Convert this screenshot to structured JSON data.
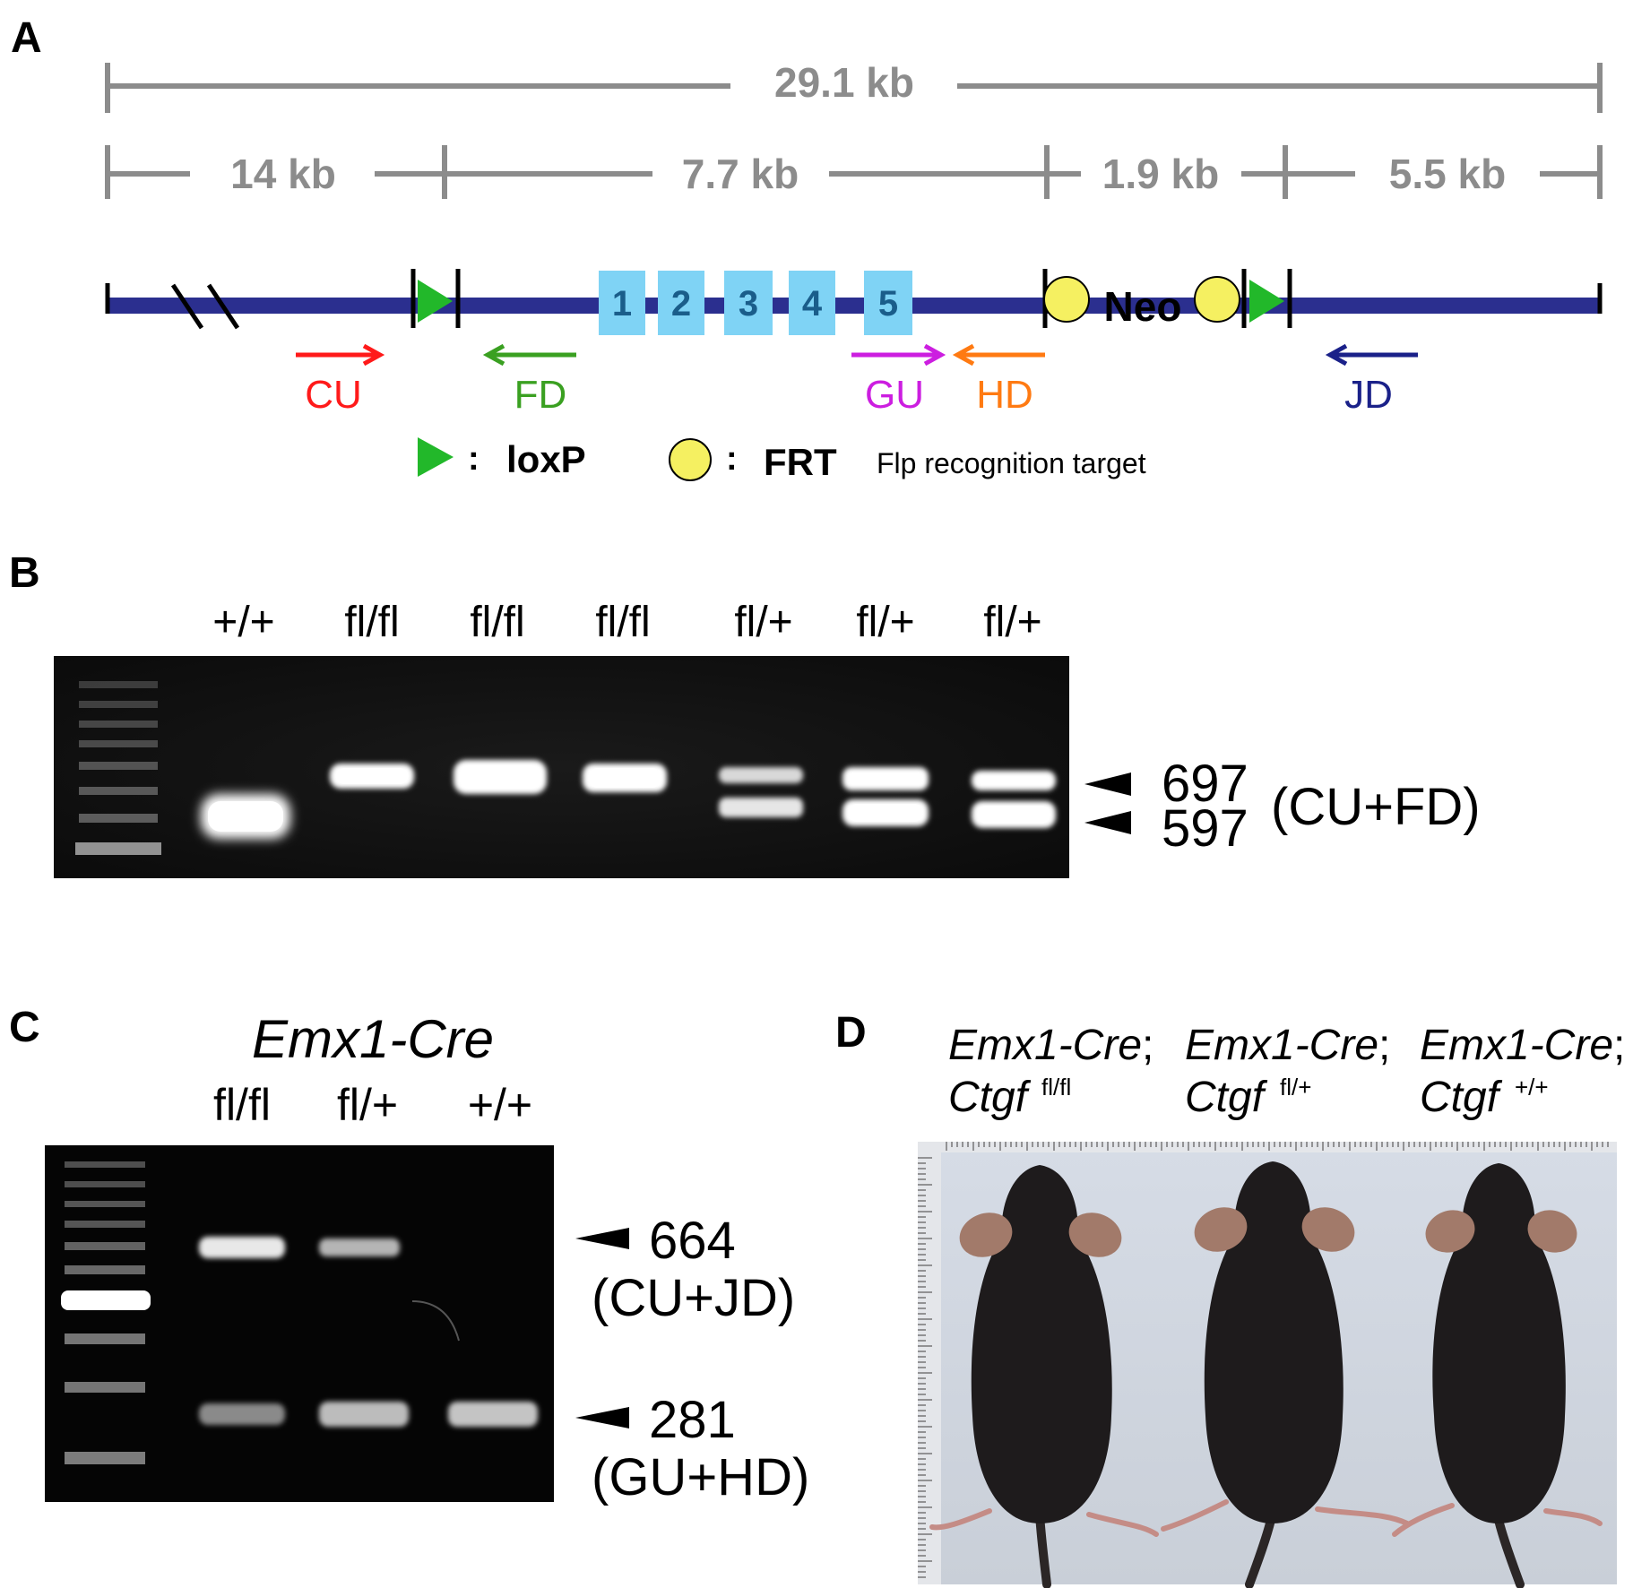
{
  "panelA": {
    "letter": "A",
    "total_length": "29.1 kb",
    "segments": [
      "14 kb",
      "7.7 kb",
      "1.9 kb",
      "5.5 kb"
    ],
    "exons": [
      "1",
      "2",
      "3",
      "4",
      "5"
    ],
    "cassette": "Neo",
    "primers": [
      {
        "name": "CU",
        "color": "#ff1a1a",
        "direction": "right"
      },
      {
        "name": "FD",
        "color": "#3aa021",
        "direction": "left"
      },
      {
        "name": "GU",
        "color": "#cc1ee0",
        "direction": "right"
      },
      {
        "name": "HD",
        "color": "#ff7a12",
        "direction": "left"
      },
      {
        "name": "JD",
        "color": "#1a2189",
        "direction": "left"
      }
    ],
    "legend": {
      "loxp_sep": ":",
      "loxp": "loxP",
      "frt_sep": ":",
      "frt": "FRT",
      "frt_desc": "Flp recognition target"
    },
    "colors": {
      "backbone": "#2b2f8f",
      "exon": "#7fd3f5",
      "loxp": "#22b82a",
      "frt": "#f5f061",
      "scale": "#8c8c8c"
    }
  },
  "panelB": {
    "letter": "B",
    "lanes": [
      "+/+",
      "fl/fl",
      "fl/fl",
      "fl/fl",
      "fl/+",
      "fl/+",
      "fl/+"
    ],
    "band_upper": "697",
    "band_lower": "597",
    "primer_pair": "(CU+FD)"
  },
  "panelC": {
    "letter": "C",
    "title": "Emx1-Cre",
    "lanes": [
      "fl/fl",
      "fl/+",
      "+/+"
    ],
    "band_upper": "664",
    "band_upper_pair": "(CU+JD)",
    "band_lower": "281",
    "band_lower_pair": "(GU+HD)"
  },
  "panelD": {
    "letter": "D",
    "groups": [
      {
        "line1": "Emx1-Cre",
        "sep": ";",
        "gene": "Ctgf",
        "genotype": "fl/fl"
      },
      {
        "line1": "Emx1-Cre",
        "sep": ";",
        "gene": "Ctgf",
        "genotype": "fl/+"
      },
      {
        "line1": "Emx1-Cre",
        "sep": ";",
        "gene": "Ctgf",
        "genotype": "+/+"
      }
    ]
  }
}
